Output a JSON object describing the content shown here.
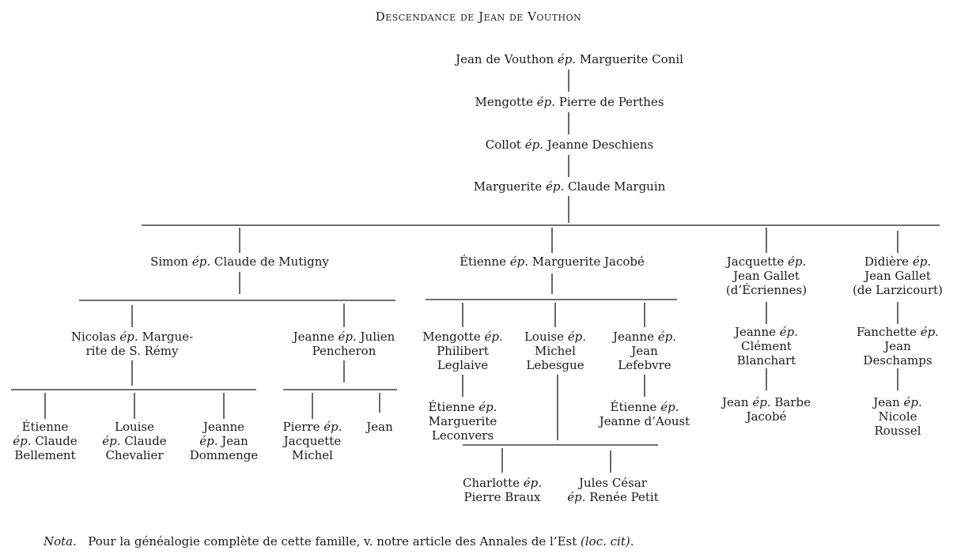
{
  "title": "Descendance de Jean de Vouthon",
  "ep_word": "ép.",
  "people": {
    "jean_vouthon": {
      "name": "Jean de Vouthon",
      "spouse": "Marguerite Conil"
    },
    "mengotte": {
      "name": "Mengotte",
      "spouse": "Pierre de Perthes"
    },
    "collot": {
      "name": "Collot",
      "spouse": "Jeanne Deschiens"
    },
    "marguerite": {
      "name": "Marguerite",
      "spouse": "Claude Marguin"
    },
    "simon": {
      "name": "Simon",
      "spouse": "Claude de Mutigny"
    },
    "etienne": {
      "name": "Étienne",
      "spouse": "Marguerite Jacobé"
    },
    "jacquette": {
      "name": "Jacquette",
      "spouse1": "Jean Gallet",
      "spouse2": "(d’Écriennes)"
    },
    "didiere": {
      "name": "Didière",
      "spouse1": "Jean Gallet",
      "spouse2": "(de Larzicourt)"
    },
    "nicolas": {
      "name": "Nicolas",
      "spouse1": "Margue-",
      "spouse2": "rite de S. Rémy"
    },
    "jeanne_simon": {
      "name": "Jeanne",
      "spouse1": "Julien",
      "spouse2": "Pencheron"
    },
    "etienne_cb": {
      "name": "Étienne",
      "spouse1": "Claude",
      "spouse2": "Bellement"
    },
    "louise_cc": {
      "name": "Louise",
      "spouse1": "Claude",
      "spouse2": "Chevalier"
    },
    "jeanne_jd": {
      "name": "Jeanne",
      "spouse1": "Jean",
      "spouse2": "Dommenge"
    },
    "pierre": {
      "name": "Pierre",
      "spouse1": "Jacquette",
      "spouse2": "Michel"
    },
    "jean_child": {
      "name": "Jean"
    },
    "mengotte_pl": {
      "name": "Mengotte",
      "spouse1": "Philibert",
      "spouse2": "Leglaive"
    },
    "louise_ml": {
      "name": "Louise",
      "spouse1": "Michel",
      "spouse2": "Lebesgue"
    },
    "jeanne_jl": {
      "name": "Jeanne",
      "spouse1": "Jean",
      "spouse2": "Lefebvre"
    },
    "etienne_ml": {
      "name": "Étienne",
      "spouse1": "Marguerite",
      "spouse2": "Leconvers"
    },
    "etienne_ja": {
      "name": "Étienne",
      "spouse": "Jeanne d’Aoust"
    },
    "charlotte": {
      "name": "Charlotte",
      "spouse": "Pierre Braux"
    },
    "jules": {
      "name": "Jules César",
      "spouse": "Renée Petit"
    },
    "jeanne_cb": {
      "name": "Jeanne",
      "spouse1": "Clément",
      "spouse2": "Blanchart"
    },
    "jean_bj": {
      "name": "Jean",
      "spouse1": "Barbe",
      "spouse2": "Jacobé"
    },
    "fanchette": {
      "name": "Fanchette",
      "spouse1": "Jean",
      "spouse2": "Deschamps"
    },
    "jean_nr": {
      "name": "Jean",
      "spouse1": "Nicole",
      "spouse2": "Roussel"
    }
  },
  "note": {
    "label": "Nota.",
    "text": "Pour la généalogie complète de cette famille, v. notre article des Annales de l’Est",
    "ref": "(loc. cit)",
    "end": "."
  }
}
